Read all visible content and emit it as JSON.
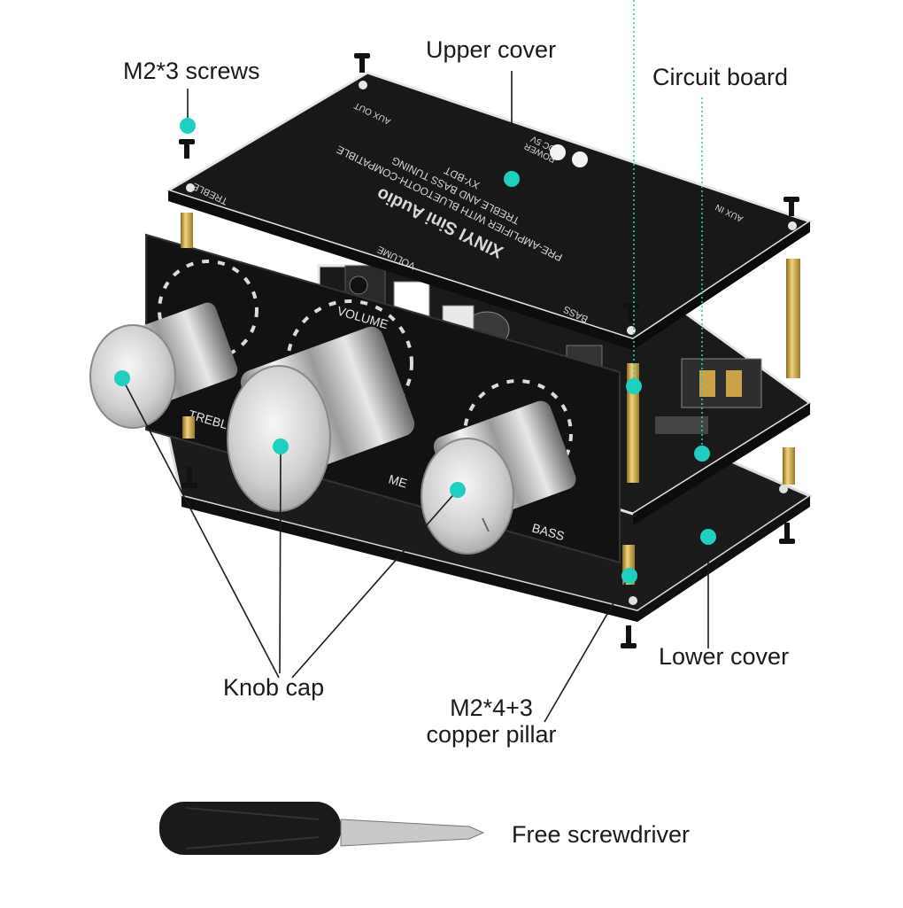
{
  "labels": {
    "upper_cover": "Upper cover",
    "m2x3_screws": "M2*3 screws",
    "circuit_board": "Circuit board",
    "knob_cap": "Knob cap",
    "lower_cover": "Lower cover",
    "copper_pillar_line1": "M2*4+3",
    "copper_pillar_line2": "copper pillar",
    "free_screwdriver": "Free screwdriver"
  },
  "pcb_silkscreen": {
    "brand": "XINYI Sini Audio",
    "line1": "PRE-AMPLIFIER WITH BLUETOOTH-COMPATIBLE",
    "line2": "TREBLE  AND  BASS TUNING",
    "model": "XY-BDT",
    "treble": "TREBLE",
    "tuning": "TUNING",
    "volume": "VOLUME",
    "bass": "BASS",
    "aux_in": "AUX IN",
    "aux_out": "AUX OUT",
    "power": "POWER",
    "dc": "DC 5V"
  },
  "front_panel": {
    "treble": "TREBLE",
    "volume": "VOLUME",
    "volume_lower": "ME",
    "bass": "BASS"
  },
  "colors": {
    "accent_dot": "#1ed0c0",
    "pcb_black": "#1c1c1c",
    "pcb_edge": "#e8e8e8",
    "brass": "#c9a24a",
    "chrome": "#d8d8d8"
  }
}
